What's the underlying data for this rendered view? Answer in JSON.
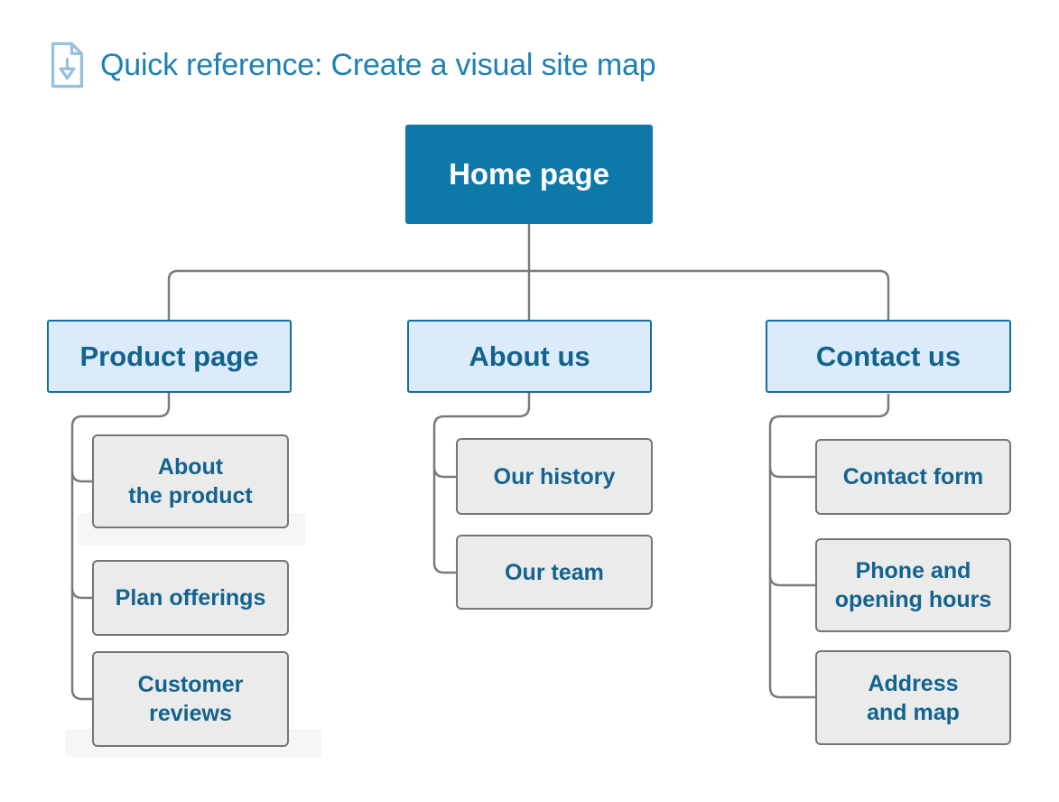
{
  "header": {
    "title": "Quick reference: Create a visual site map",
    "icon": "document-download-icon"
  },
  "colors": {
    "title_blue": "#1e80b4",
    "icon_light_blue": "#94c1dd",
    "root_fill": "#0e78a8",
    "root_text": "#ffffff",
    "level2_fill": "#dcebf9",
    "level2_border": "#0f6f9e",
    "level3_fill": "#ebebeb",
    "level3_border": "#757575",
    "node_text_blue": "#13638f",
    "connector_gray": "#7a7a7a"
  },
  "sitemap": {
    "root": {
      "label": "Home page"
    },
    "branches": [
      {
        "label": "Product page",
        "children": [
          {
            "label": "About\nthe product"
          },
          {
            "label": "Plan offerings"
          },
          {
            "label": "Customer\nreviews"
          }
        ]
      },
      {
        "label": "About us",
        "children": [
          {
            "label": "Our history"
          },
          {
            "label": "Our team"
          }
        ]
      },
      {
        "label": "Contact us",
        "children": [
          {
            "label": "Contact form"
          },
          {
            "label": "Phone and\nopening hours"
          },
          {
            "label": "Address\nand map"
          }
        ]
      }
    ]
  }
}
